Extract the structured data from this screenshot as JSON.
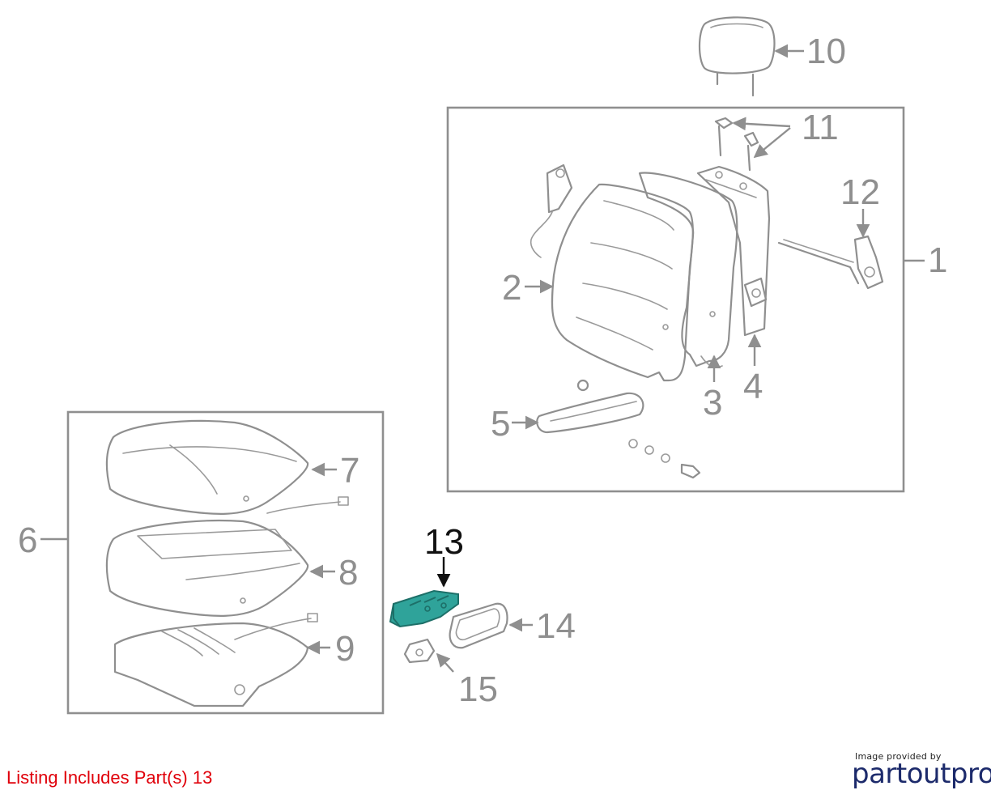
{
  "callouts": {
    "c1": "1",
    "c2": "2",
    "c3": "3",
    "c4": "4",
    "c5": "5",
    "c6": "6",
    "c7": "7",
    "c8": "8",
    "c9": "9",
    "c10": "10",
    "c11": "11",
    "c12": "12",
    "c13": "13",
    "c14": "14",
    "c15": "15"
  },
  "highlight_color": "#2fa39a",
  "footer": {
    "listing": "Listing Includes Part(s) 13",
    "provided_by": "Image provided by",
    "brand_part1": "partout",
    "brand_part2": "pro"
  }
}
